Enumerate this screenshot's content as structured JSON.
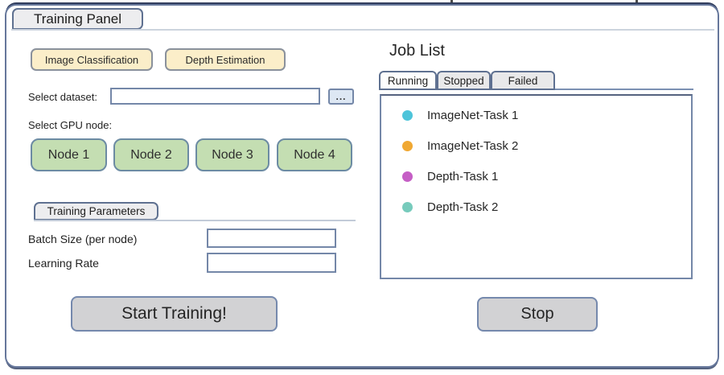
{
  "panel": {
    "title": "Training Panel"
  },
  "task_buttons": [
    {
      "label": "Image Classification"
    },
    {
      "label": "Depth Estimation"
    }
  ],
  "dataset": {
    "label": "Select dataset:",
    "value": "",
    "browse_label": "..."
  },
  "gpu": {
    "label": "Select GPU node:",
    "nodes": [
      "Node 1",
      "Node 2",
      "Node 3",
      "Node 4"
    ]
  },
  "params": {
    "title": "Training Parameters",
    "fields": [
      {
        "label": "Batch Size (per node)",
        "value": ""
      },
      {
        "label": "Learning Rate",
        "value": ""
      }
    ]
  },
  "start_button_label": "Start Training!",
  "job_list": {
    "title": "Job List",
    "tabs": [
      {
        "label": "Running",
        "active": true
      },
      {
        "label": "Stopped",
        "active": false
      },
      {
        "label": "Failed",
        "active": false
      }
    ],
    "jobs": [
      {
        "label": "ImageNet-Task 1",
        "color": "#4dc4da"
      },
      {
        "label": "ImageNet-Task 2",
        "color": "#f0a832"
      },
      {
        "label": "Depth-Task 1",
        "color": "#c55ec5"
      },
      {
        "label": "Depth-Task 2",
        "color": "#77cbbc"
      }
    ],
    "stop_button_label": "Stop"
  },
  "colors": {
    "panel_border": "#66779b",
    "task_button_fill": "#fbeec9",
    "node_button_fill": "#c4deb2",
    "action_button_fill": "#d2d2d4",
    "tab_fill": "#ededef",
    "browse_button_fill": "#dde7f3"
  }
}
